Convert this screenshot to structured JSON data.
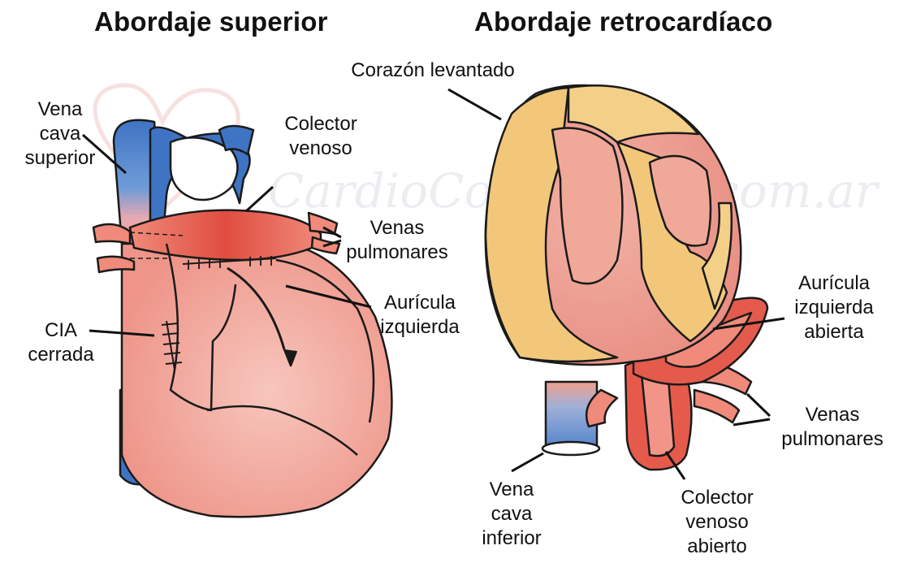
{
  "titles": {
    "left": "Abordaje superior",
    "right": "Abordaje retrocardíaco"
  },
  "watermark": "CardioCongenitas.com.ar",
  "labels_left": {
    "vena_cava_superior": "Vena\ncava\nsuperior",
    "colector_venoso": "Colector\nvenoso",
    "venas_pulmonares": "Venas\npulmonares",
    "auricula_izquierda": "Aurícula\nizquierda",
    "cia_cerrada": "CIA\ncerrada"
  },
  "labels_right": {
    "corazon_levantado": "Corazón levantado",
    "auricula_izquierda_abierta": "Aurícula\nizquierda\nabierta",
    "venas_pulmonares": "Venas\npulmonares",
    "vena_cava_inferior": "Vena\ncava\ninferior",
    "colector_venoso_abierto": "Colector\nvenoso\nabierto"
  },
  "colors": {
    "heart_pink": "#f2a39a",
    "heart_pink_light": "#f7c3b8",
    "vein_blue": "#4a7fc9",
    "collector_red": "#e4574a",
    "fat_yellow": "#f2c77a",
    "outline": "#1a1a1a"
  }
}
